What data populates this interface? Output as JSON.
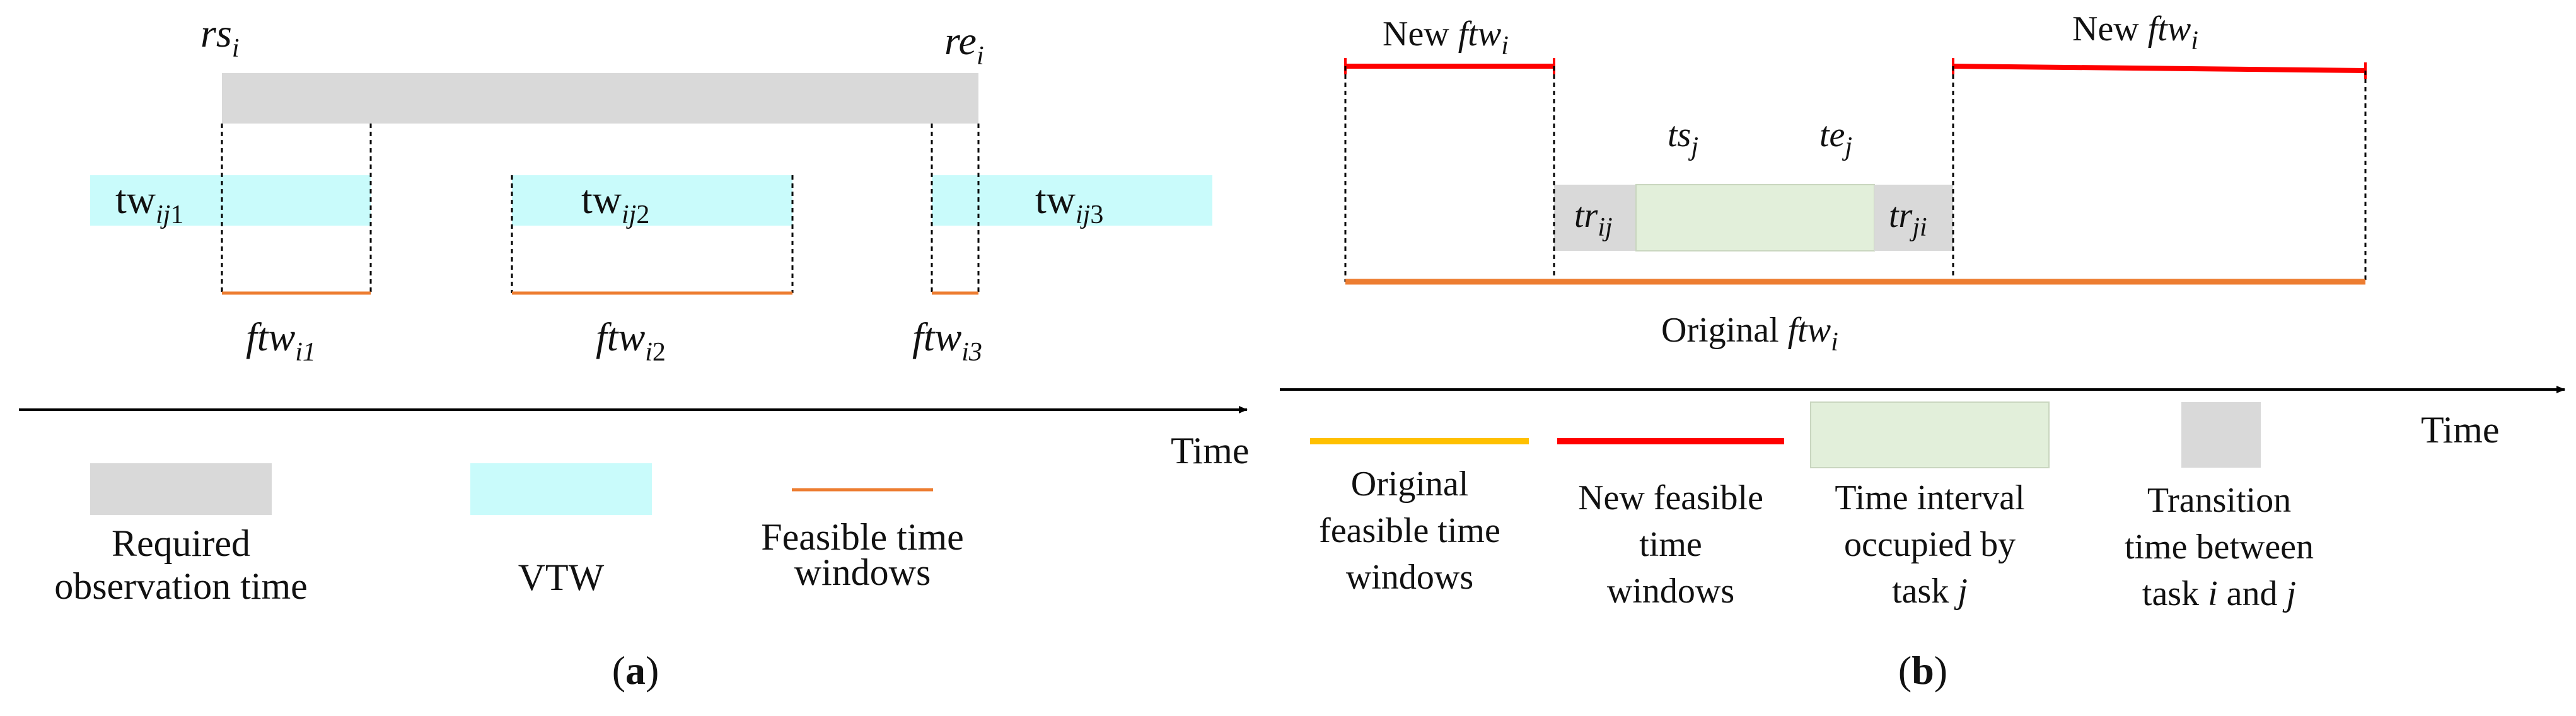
{
  "colors": {
    "required_gray": "#d9d9d9",
    "vtw_cyan": "#c9fbfb",
    "feasible_orange": "#ed7d31",
    "original_yellow": "#ffc000",
    "new_red": "#ff0000",
    "occupied_green": "#e2efda",
    "axis_black": "#000000"
  },
  "panel_a": {
    "caption": "a",
    "rs_main": "rs",
    "rs_sub": "i",
    "re_main": "re",
    "re_sub": "i",
    "tw1_main": "tw",
    "tw1_sub_it": "ij",
    "tw1_sub": "1",
    "tw2_main": "tw",
    "tw2_sub_it": "ij",
    "tw2_sub": "2",
    "tw3_main": "tw",
    "tw3_sub_it": "ij",
    "tw3_sub": "3",
    "ftw1_main": "ftw",
    "ftw1_sub": "i1",
    "ftw2_main": "ftw",
    "ftw2_sub_it": "i",
    "ftw2_sub": "2",
    "ftw3_main": "ftw",
    "ftw3_sub": "i3",
    "time_label": "Time",
    "legend_required_1": "Required",
    "legend_required_2": "observation time",
    "legend_vtw": "VTW",
    "legend_feasible_1": "Feasible time",
    "legend_feasible_2": "windows"
  },
  "panel_b": {
    "caption": "b",
    "new_left_text": "New ",
    "new_left_main": "ftw",
    "new_left_sub": "i",
    "new_right_text": "New ",
    "new_right_main": "ftw",
    "new_right_sub": "i",
    "ts_main": "ts",
    "ts_sub": "j",
    "te_main": "te",
    "te_sub": "j",
    "trij_main": "tr",
    "trij_sub": "ij",
    "trji_main": "tr",
    "trji_sub": "ji",
    "original_text": "Original ",
    "original_main": "ftw",
    "original_sub": "i",
    "time_label": "Time",
    "legend_original_1": "Original",
    "legend_original_2": "feasible time",
    "legend_original_3": "windows",
    "legend_new_1": "New feasible",
    "legend_new_2": "time",
    "legend_new_3": "windows",
    "legend_occupied_1": "Time interval",
    "legend_occupied_2": "occupied by",
    "legend_occupied_3": "task ",
    "legend_occupied_3_it": "j",
    "legend_transition_1": "Transition",
    "legend_transition_2": "time between",
    "legend_transition_3a": "task ",
    "legend_transition_3b": "i",
    "legend_transition_3c": " and ",
    "legend_transition_3d": "j"
  }
}
